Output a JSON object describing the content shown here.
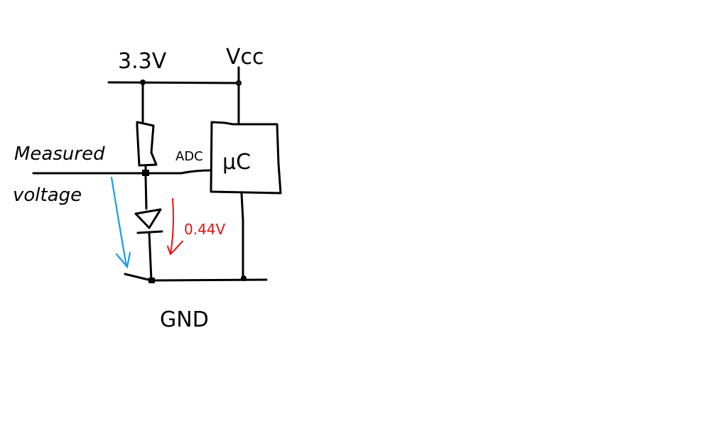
{
  "diagram": {
    "type": "hand-drawn circuit schematic",
    "labels": {
      "supply_3v3": "3.3V",
      "vcc": "Vcc",
      "gnd": "GND",
      "adc": "ADC",
      "microcontroller": "µC",
      "measured_line1": "Measured",
      "measured_line2": "voltage",
      "diode_drop": "0.44V"
    },
    "components": [
      {
        "id": "resistor",
        "kind": "resistor",
        "between": [
          "3.3V rail",
          "ADC node"
        ]
      },
      {
        "id": "diode",
        "kind": "diode",
        "between": [
          "ADC node",
          "GND"
        ]
      },
      {
        "id": "mcu",
        "kind": "microcontroller",
        "pins": [
          "Vcc",
          "ADC",
          "GND"
        ]
      }
    ],
    "annotations": [
      {
        "id": "diode-voltage-arrow",
        "color": "#e81010",
        "text_key": "diode_drop"
      },
      {
        "id": "measured-voltage-arrow",
        "color": "#1a9be6"
      }
    ],
    "colors": {
      "ink": "#000000",
      "voltage_drop": "#e81010",
      "measured_arrow": "#1a9be6",
      "background": "#ffffff"
    }
  }
}
